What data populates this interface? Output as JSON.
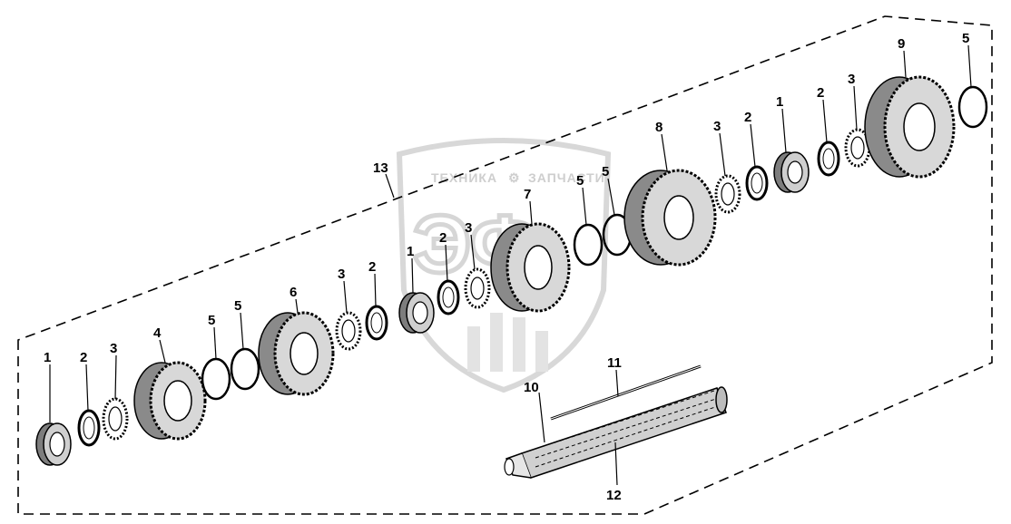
{
  "watermark": {
    "line1": "ТЕХНИКА",
    "line2": "ЗАПЧАСТИ",
    "monogram": "ЭФ",
    "color": "#d0d0d0"
  },
  "callouts": {
    "assembly": "13",
    "roller_bearing": "1",
    "washer": "2",
    "gear_washer": "3",
    "gear_4": "4",
    "snap_ring": "5",
    "gear_6": "6",
    "gear_7": "7",
    "gear_8": "8",
    "gear_9": "9",
    "shaft_end": "10",
    "pin": "11",
    "shaft": "12"
  },
  "colors": {
    "line": "#000000",
    "gear_shade": "#9a9a9a",
    "background": "#ffffff"
  }
}
